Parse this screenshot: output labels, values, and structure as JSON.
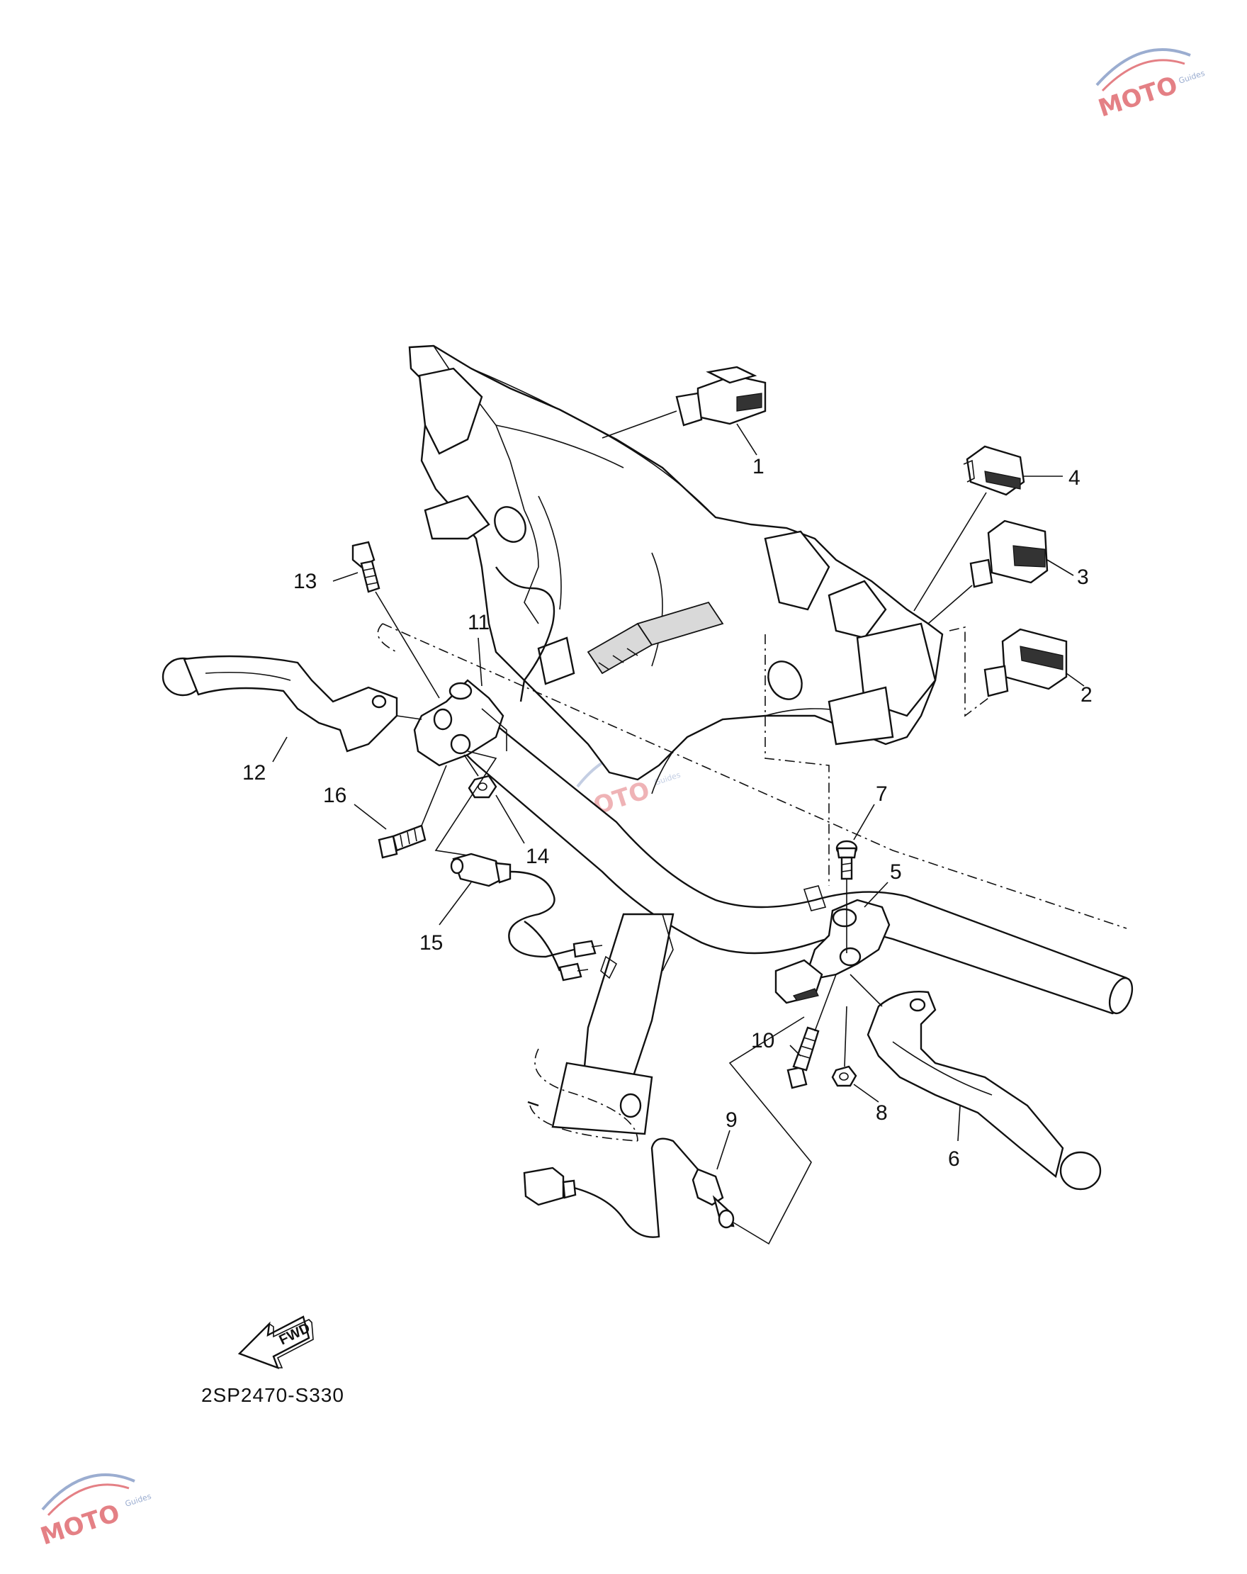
{
  "diagram": {
    "callouts": [
      {
        "id": "1",
        "label": "1"
      },
      {
        "id": "2",
        "label": "2"
      },
      {
        "id": "3",
        "label": "3"
      },
      {
        "id": "4",
        "label": "4"
      },
      {
        "id": "5",
        "label": "5"
      },
      {
        "id": "6",
        "label": "6"
      },
      {
        "id": "7",
        "label": "7"
      },
      {
        "id": "8",
        "label": "8"
      },
      {
        "id": "9",
        "label": "9"
      },
      {
        "id": "10",
        "label": "10"
      },
      {
        "id": "11",
        "label": "11"
      },
      {
        "id": "12",
        "label": "12"
      },
      {
        "id": "13",
        "label": "13"
      },
      {
        "id": "14",
        "label": "14"
      },
      {
        "id": "15",
        "label": "15"
      },
      {
        "id": "16",
        "label": "16"
      }
    ],
    "fwd_label": "FWD",
    "drawing_code": "2SP2470-S330"
  },
  "watermark": {
    "big": "MOTO",
    "small": "Guides",
    "color_red": "#e06a70",
    "color_blue": "#8a9fc8"
  }
}
